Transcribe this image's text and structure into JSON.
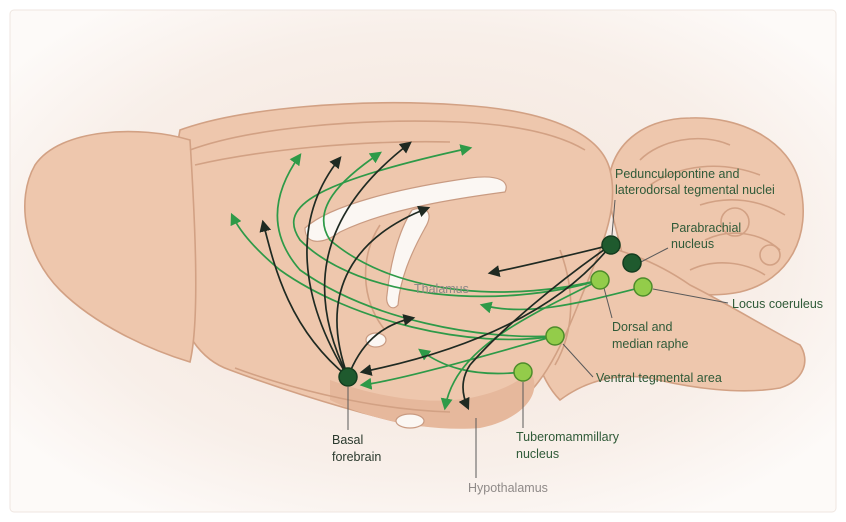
{
  "colors": {
    "background": "#ffffff",
    "canvas": "#f7ede7",
    "brain": "#eec7ad",
    "brain_outline": "#d2a184",
    "dark_nucleus": "#1f5a2e",
    "light_nucleus": "#93cc4a",
    "green_projection": "#2e9a48",
    "dark_projection": "#1f2a22",
    "label_text": "#2f5a38",
    "region_text": "#8f8a88"
  },
  "regions": {
    "thalamus": "Thalamus",
    "hypothalamus": "Hypothalamus"
  },
  "nuclei": {
    "ppt_ldt": {
      "line1": "Pedunculopontine and",
      "line2": "laterodorsal tegmental nuclei",
      "fill": "dark"
    },
    "parabrachial": {
      "line1": "Parabrachial",
      "line2": "nucleus",
      "fill": "dark"
    },
    "locus_coeruleus": {
      "line1": "Locus coeruleus",
      "fill": "light"
    },
    "dorsal_median_raphe": {
      "line1": "Dorsal and",
      "line2": "median raphe",
      "fill": "light"
    },
    "ventral_tegmental": {
      "line1": "Ventral tegmental area",
      "fill": "light"
    },
    "tuberomammillary": {
      "line1": "Tuberomammillary",
      "line2": "nucleus",
      "fill": "light"
    },
    "basal_forebrain": {
      "line1": "Basal",
      "line2": "forebrain",
      "fill": "dark"
    }
  }
}
